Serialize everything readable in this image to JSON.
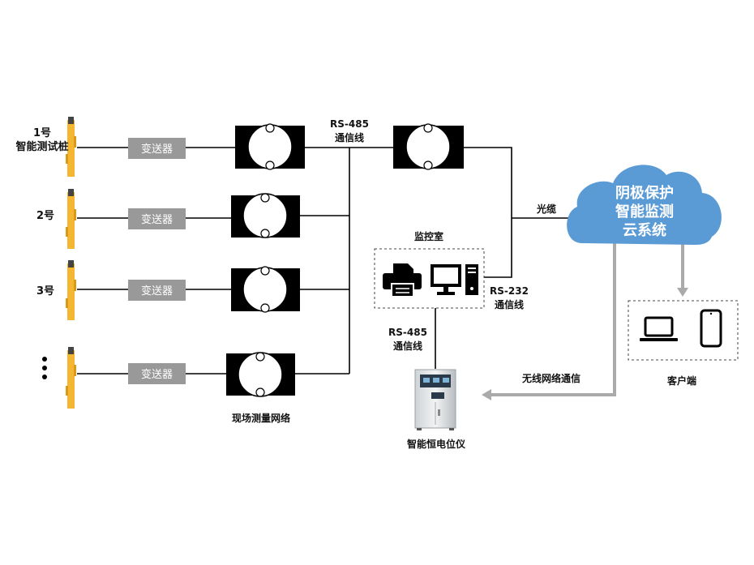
{
  "piles": [
    {
      "label_line1": "1号",
      "label_line2": "智能测试桩"
    },
    {
      "label_line1": "2号",
      "label_line2": ""
    },
    {
      "label_line1": "3号",
      "label_line2": ""
    },
    {
      "label_line1": "",
      "label_line2": ""
    }
  ],
  "transmitter_label": "变送器",
  "field_network_label": "现场测量网络",
  "rs485_top": {
    "line1": "RS-485",
    "line2": "通信线"
  },
  "fiber_label": "光缆",
  "monitor_room_label": "监控室",
  "rs232": {
    "line1": "RS-232",
    "line2": "通信线"
  },
  "rs485_bottom": {
    "line1": "RS-485",
    "line2": "通信线"
  },
  "potentiostat_label": "智能恒电位仪",
  "cloud": {
    "line1": "阴极保护",
    "line2": "智能监测",
    "line3": "云系统"
  },
  "wireless_label": "无线网络通信",
  "client_label": "客户端",
  "colors": {
    "cloud": "#5b9bd5",
    "transmitter": "#999999",
    "pile": "#f5b731",
    "arrow": "#aaaaaa"
  }
}
